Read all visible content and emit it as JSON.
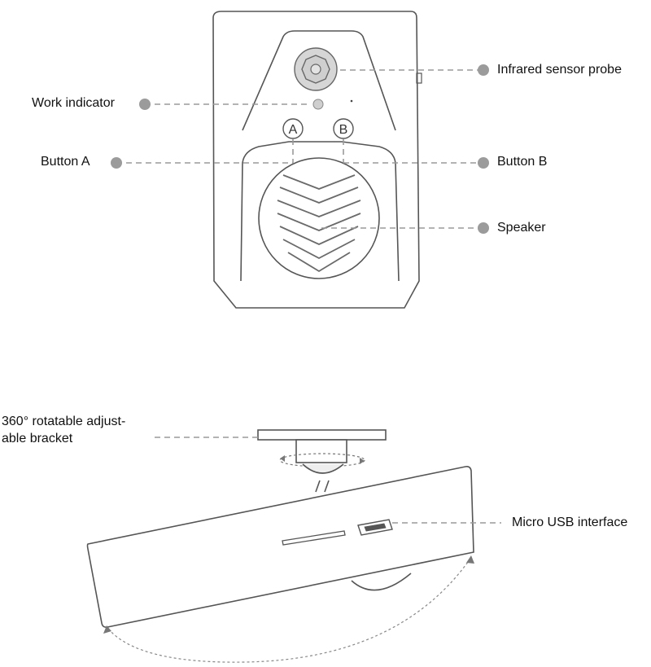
{
  "front_view": {
    "labels": {
      "infrared_sensor_probe": "Infrared sensor probe",
      "work_indicator": "Work indicator",
      "button_a": "Button A",
      "button_b": "Button B",
      "speaker": "Speaker"
    },
    "button_a_mark": "A",
    "button_b_mark": "B"
  },
  "side_view": {
    "labels": {
      "bracket_line1": "360° rotatable adjust-",
      "bracket_line2": "able bracket",
      "micro_usb_interface": "Micro USB interface"
    }
  },
  "colors": {
    "outline": "#555555",
    "dash": "#9a9a9a",
    "dot": "#9b9b9b",
    "text": "#111111"
  }
}
